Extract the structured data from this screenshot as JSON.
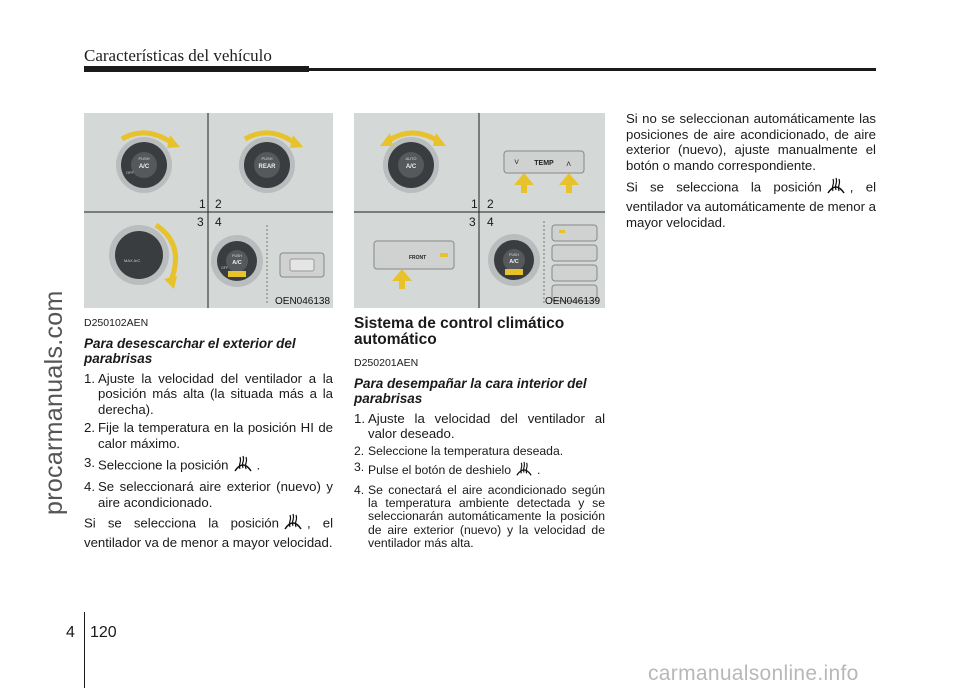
{
  "header": {
    "title": "Características del vehículo"
  },
  "watermarks": {
    "side": "procarmanuals.com",
    "bottom": "carmanualsonline.info"
  },
  "figures": [
    {
      "code": "OEN046138",
      "labels": [
        "1",
        "2",
        "3",
        "4"
      ],
      "knob_texts": [
        "PUSH",
        "A/C",
        "OFF",
        "PUSH",
        "REAR",
        "MAX A/C",
        "PUSH",
        "A/C",
        "OFF"
      ]
    },
    {
      "code": "OEN046139",
      "labels": [
        "1",
        "2",
        "3",
        "4"
      ],
      "knob_texts": [
        "AUTO",
        "A/C",
        "TEMP",
        "FRONT",
        "PUSH",
        "A/C",
        "OFF"
      ]
    }
  ],
  "left": {
    "section_code": "D250102AEN",
    "subtitle": "Para desescarchar el exterior del parabrisas",
    "steps": [
      {
        "num": "1.",
        "text": "Ajuste la velocidad del ventilador a la posición más alta (la situada más a la derecha)."
      },
      {
        "num": "2.",
        "text": "Fije la temperatura en la posición HI de calor máximo."
      },
      {
        "num": "3.",
        "text": "Seleccione la posición",
        "after": "."
      },
      {
        "num": "4.",
        "text": "Se seleccionará aire exterior (nuevo) y aire acondicionado."
      }
    ],
    "para_before": "Si se selecciona la posición",
    "para_after": ", el ventilador va de menor a mayor velocidad."
  },
  "middle": {
    "heading": "Sistema de control climático automático",
    "section_code": "D250201AEN",
    "subtitle": "Para desempañar la cara interior del parabrisas",
    "steps": [
      {
        "num": "1.",
        "text": "Ajuste la velocidad del ventilador al valor deseado."
      },
      {
        "num": "2.",
        "text": "Seleccione la temperatura deseada."
      },
      {
        "num": "3.",
        "text": "Pulse el botón de deshielo",
        "after": "."
      },
      {
        "num": "4.",
        "text": "Se conectará el aire acondicionado según la temperatura ambiente detectada y se seleccionarán automáticamente la posición de aire exterior (nuevo) y la velocidad de ventilador más alta."
      }
    ]
  },
  "right": {
    "para1": "Si no se seleccionan automáticamente las posiciones de aire acondicionado, de aire exterior (nuevo), ajuste manualmente el botón o mando correspondiente.",
    "para2_before": "Si se selecciona la posición",
    "para2_after": ", el ventilador va automáticamente de menor a mayor velocidad."
  },
  "footer": {
    "section": "4",
    "page": "120"
  },
  "colors": {
    "panel_bg": "#d4d8d6",
    "arrow": "#e8c22a",
    "knob": "#3a3d3f",
    "rule": "#1a1a1a"
  }
}
